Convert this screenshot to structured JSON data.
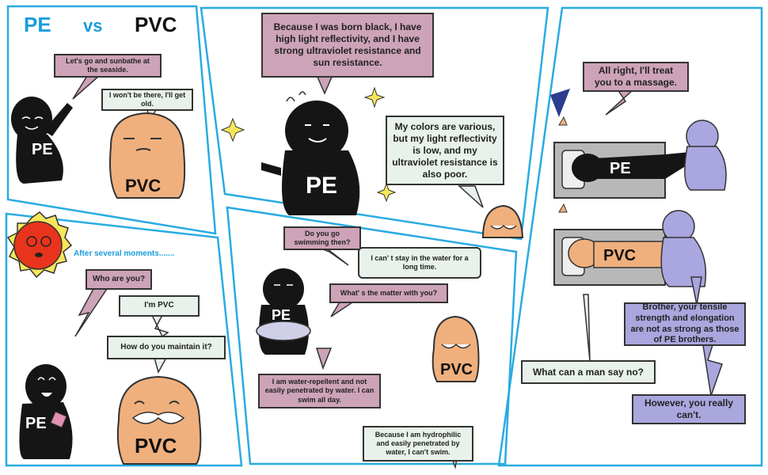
{
  "header": {
    "left": "PE",
    "middle": "vs",
    "right": "PVC"
  },
  "panel1": {
    "bubble_pe": "Let's go and sunbathe at the seaside.",
    "bubble_pvc": "I won't be there, I'll get old.",
    "pe_label": "PE",
    "pvc_label": "PVC"
  },
  "panel2": {
    "bubble_pe": "Because I was born black, I have high light reflectivity, and I have strong ultraviolet resistance and sun resistance.",
    "bubble_pvc": "My colors are various, but my light reflectivity is low, and my ultraviolet resistance is also poor.",
    "pe_label": "PE"
  },
  "panel3": {
    "note": "After several moments.......",
    "bubble_q1": "Who are you?",
    "bubble_a1": "I'm PVC",
    "bubble_q2": "How do you maintain it?",
    "pe_label": "PE",
    "pvc_label": "PVC"
  },
  "panel4": {
    "bubble_q": "Do you go swimming then?",
    "bubble_a": "I can' t stay in the water for a long time.",
    "bubble_q2": "What' s the matter with you?",
    "bubble_pe": "I am water-repellent and not easily penetrated by water. I can swim all day.",
    "bubble_pvc": "Because I am hydrophilic and easily penetrated by water, I can't swim.",
    "pe_label": "PE",
    "pvc_label": "PVC"
  },
  "panel5": {
    "bubble_top": "All right, I'll treat you to a massage.",
    "bubble_pvc": "What can a man say no?",
    "bubble_brother": "Brother, your tensile strength and elongation are not as strong as those of PE brothers.",
    "bubble_however": "However, you really can't.",
    "pe_label": "PE",
    "pvc_label": "PVC"
  },
  "colors": {
    "frame": "#29abe2",
    "pink_bubble": "#cda3b8",
    "green_bubble": "#e8f1ea",
    "lavender_bubble": "#aaa6de",
    "pvc_skin": "#f0b07d",
    "pe_black": "#151515",
    "sun": "#e8341c",
    "massager": "#a9a6e0"
  }
}
